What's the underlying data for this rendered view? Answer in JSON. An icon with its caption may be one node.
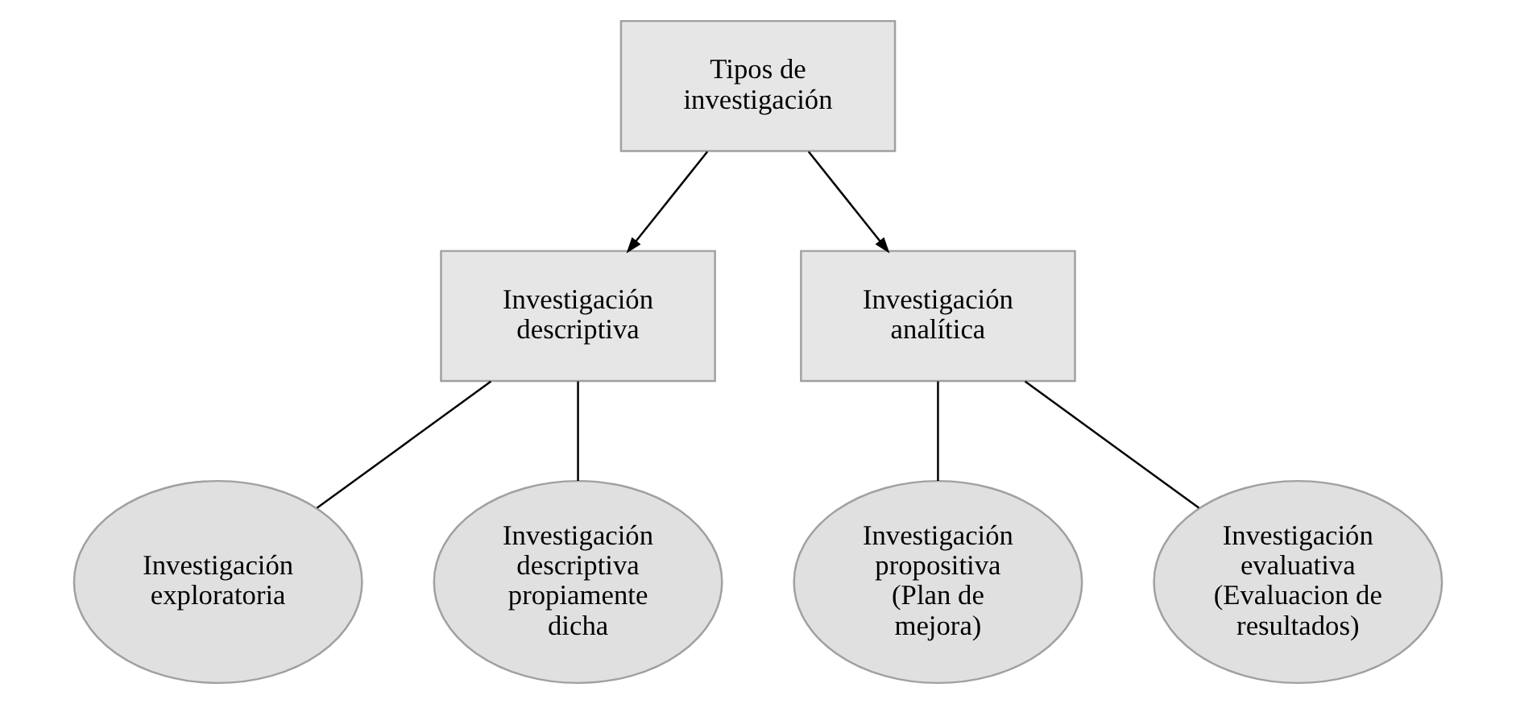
{
  "diagram": {
    "nodes": [
      {
        "text": [
          "Tipos de investigación"
        ]
      },
      {
        "text": [
          "Investigación descriptiva"
        ]
      },
      {
        "text": [
          "Investigación analítica"
        ]
      },
      {
        "text": [
          "Investigación exploratoria"
        ]
      },
      {
        "text": [
          "Investigación descriptiva propiamente dicha"
        ]
      },
      {
        "text": [
          "Investigación propositiva (Plan de mejora)"
        ]
      },
      {
        "text": [
          "Investigación evaluativa (Evaluacion de resultados)"
        ]
      }
    ],
    "edges": [
      {
        "from": 0,
        "to": 1,
        "arrow": "to"
      },
      {
        "from": 0,
        "to": 2,
        "arrow": "to"
      },
      {
        "from": 1,
        "to": 3,
        "arrow": "none"
      },
      {
        "from": 1,
        "to": 4,
        "arrow": "none"
      },
      {
        "from": 2,
        "to": 5,
        "arrow": "none"
      },
      {
        "from": 2,
        "to": 6,
        "arrow": "none"
      }
    ]
  }
}
